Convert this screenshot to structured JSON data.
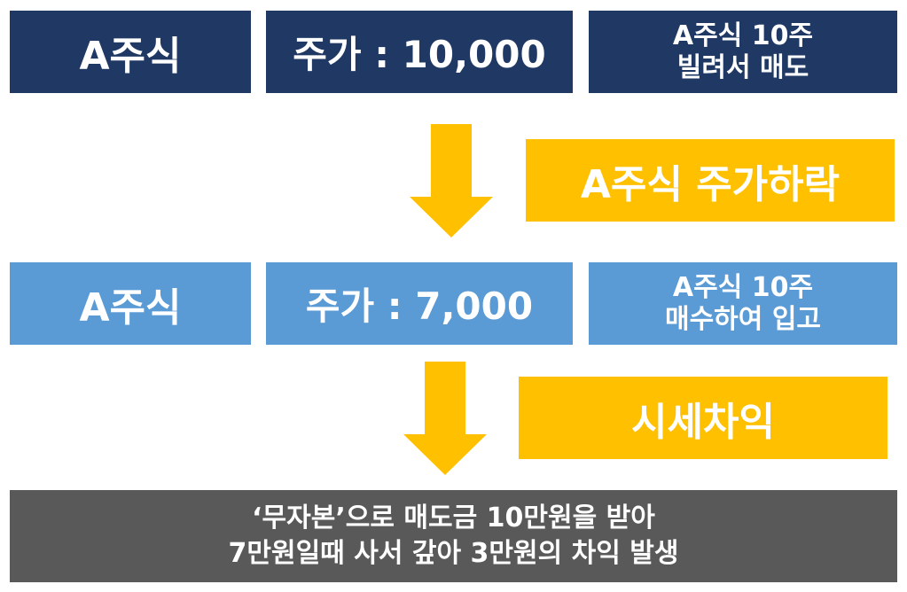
{
  "row1": {
    "stock": "A주식",
    "price": "주가 : 10,000",
    "action_line1": "A주식 10주",
    "action_line2": "빌려서 매도"
  },
  "event1": "A주식 주가하락",
  "row2": {
    "stock": "A주식",
    "price": "주가 : 7,000",
    "action_line1": "A주식 10주",
    "action_line2": "매수하여 입고"
  },
  "event2": "시세차익",
  "result": {
    "line1": "‘무자본’으로 매도금 10만원을 받아",
    "line2": "7만원일때 사서 갚아 3만원의 차익 발생"
  },
  "colors": {
    "dark_navy": "#1f3864",
    "light_blue": "#5b9bd5",
    "gold": "#ffc000",
    "gray": "#595959"
  }
}
